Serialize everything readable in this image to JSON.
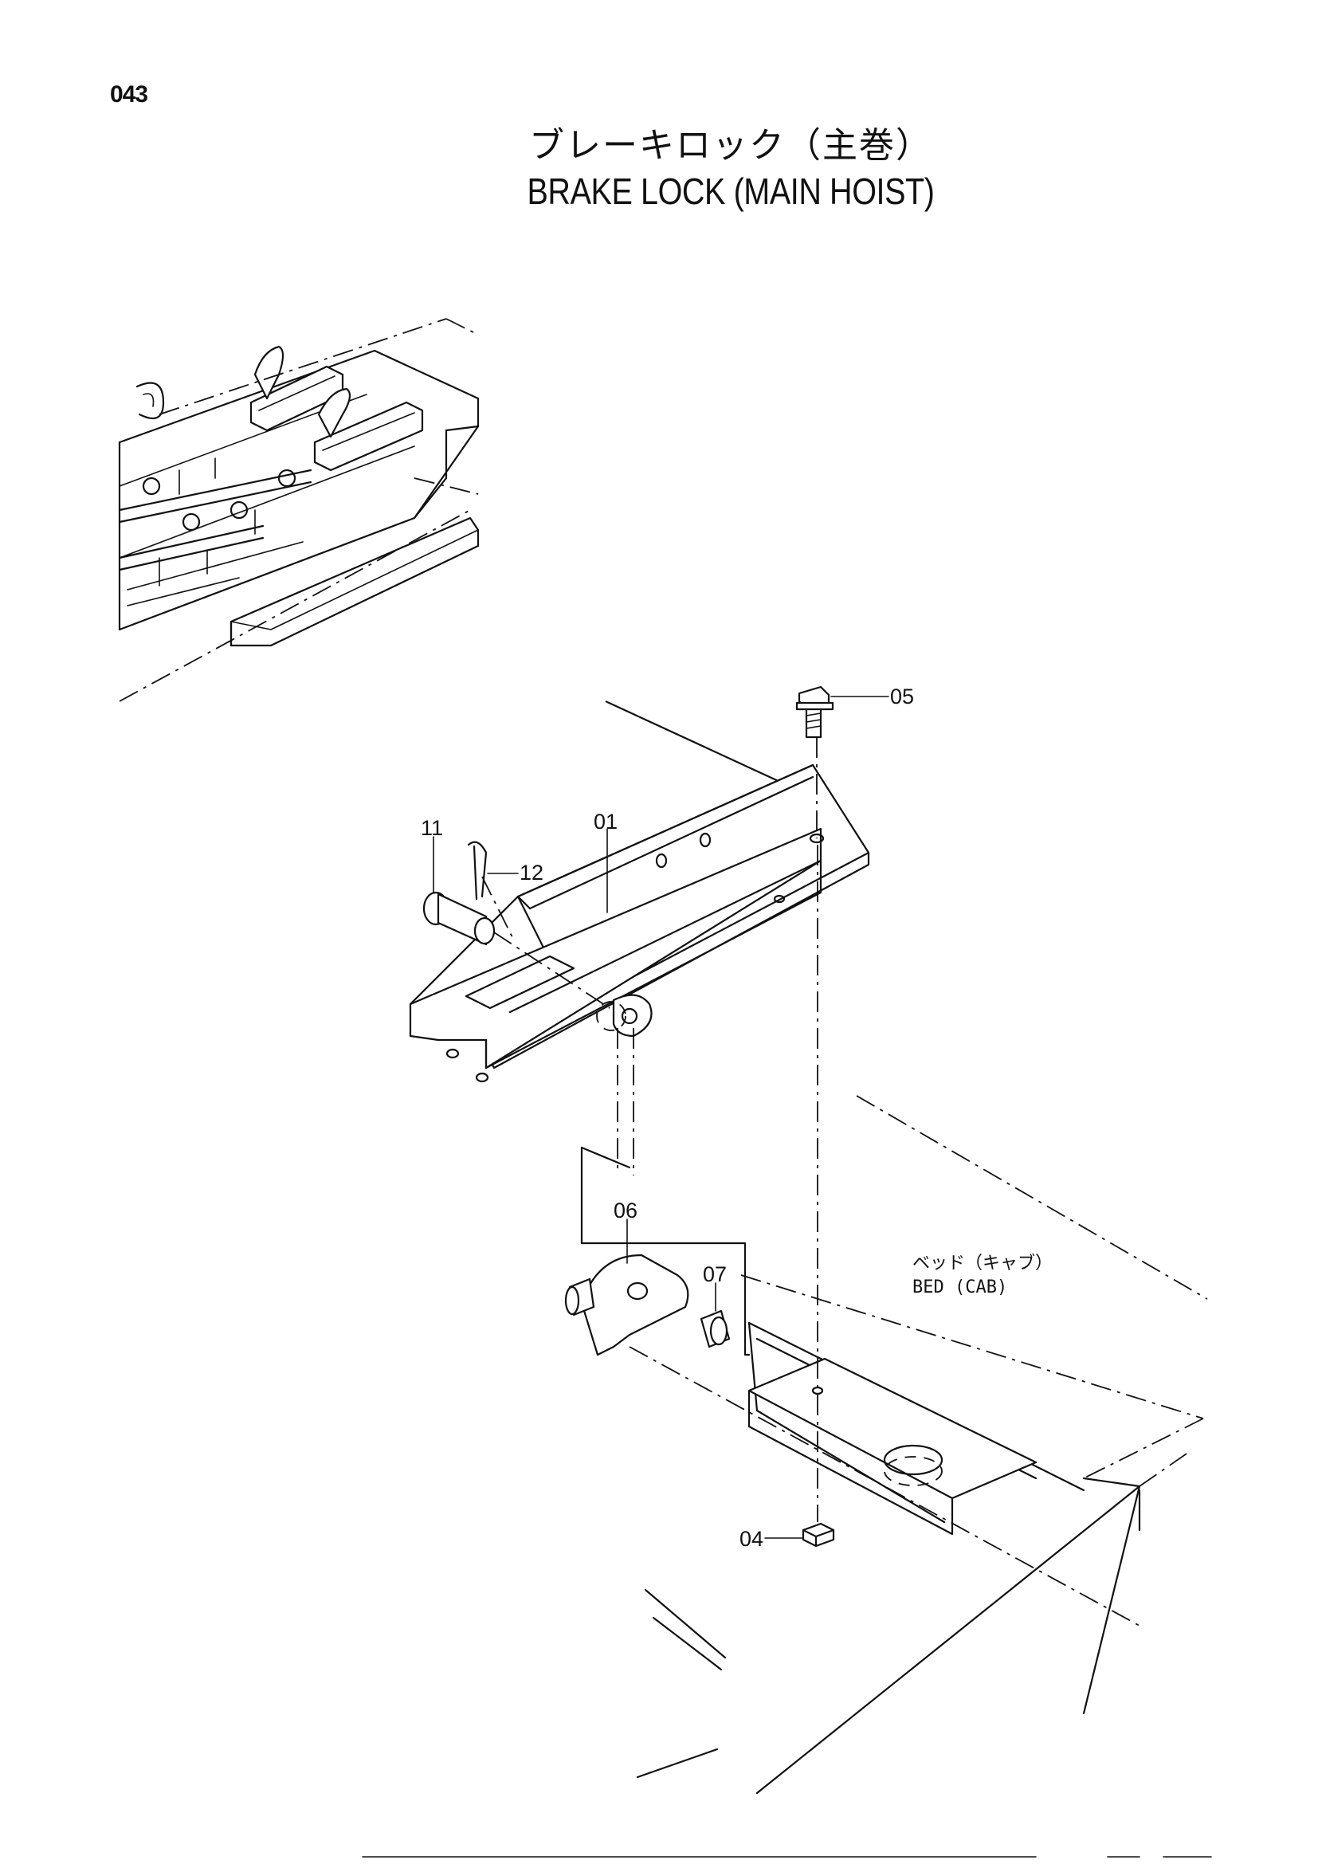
{
  "page": {
    "number": "043",
    "title_jp": "ブレーキロック（主巻）",
    "title_en": "BRAKE LOCK (MAIN HOIST)"
  },
  "callouts": {
    "part_01": "01",
    "part_04": "04",
    "part_05": "05",
    "part_06": "06",
    "part_07": "07",
    "part_11": "11",
    "part_12": "12"
  },
  "bed_label": {
    "jp": "ベッド（キャブ）",
    "en": "BED (CAB)"
  }
}
